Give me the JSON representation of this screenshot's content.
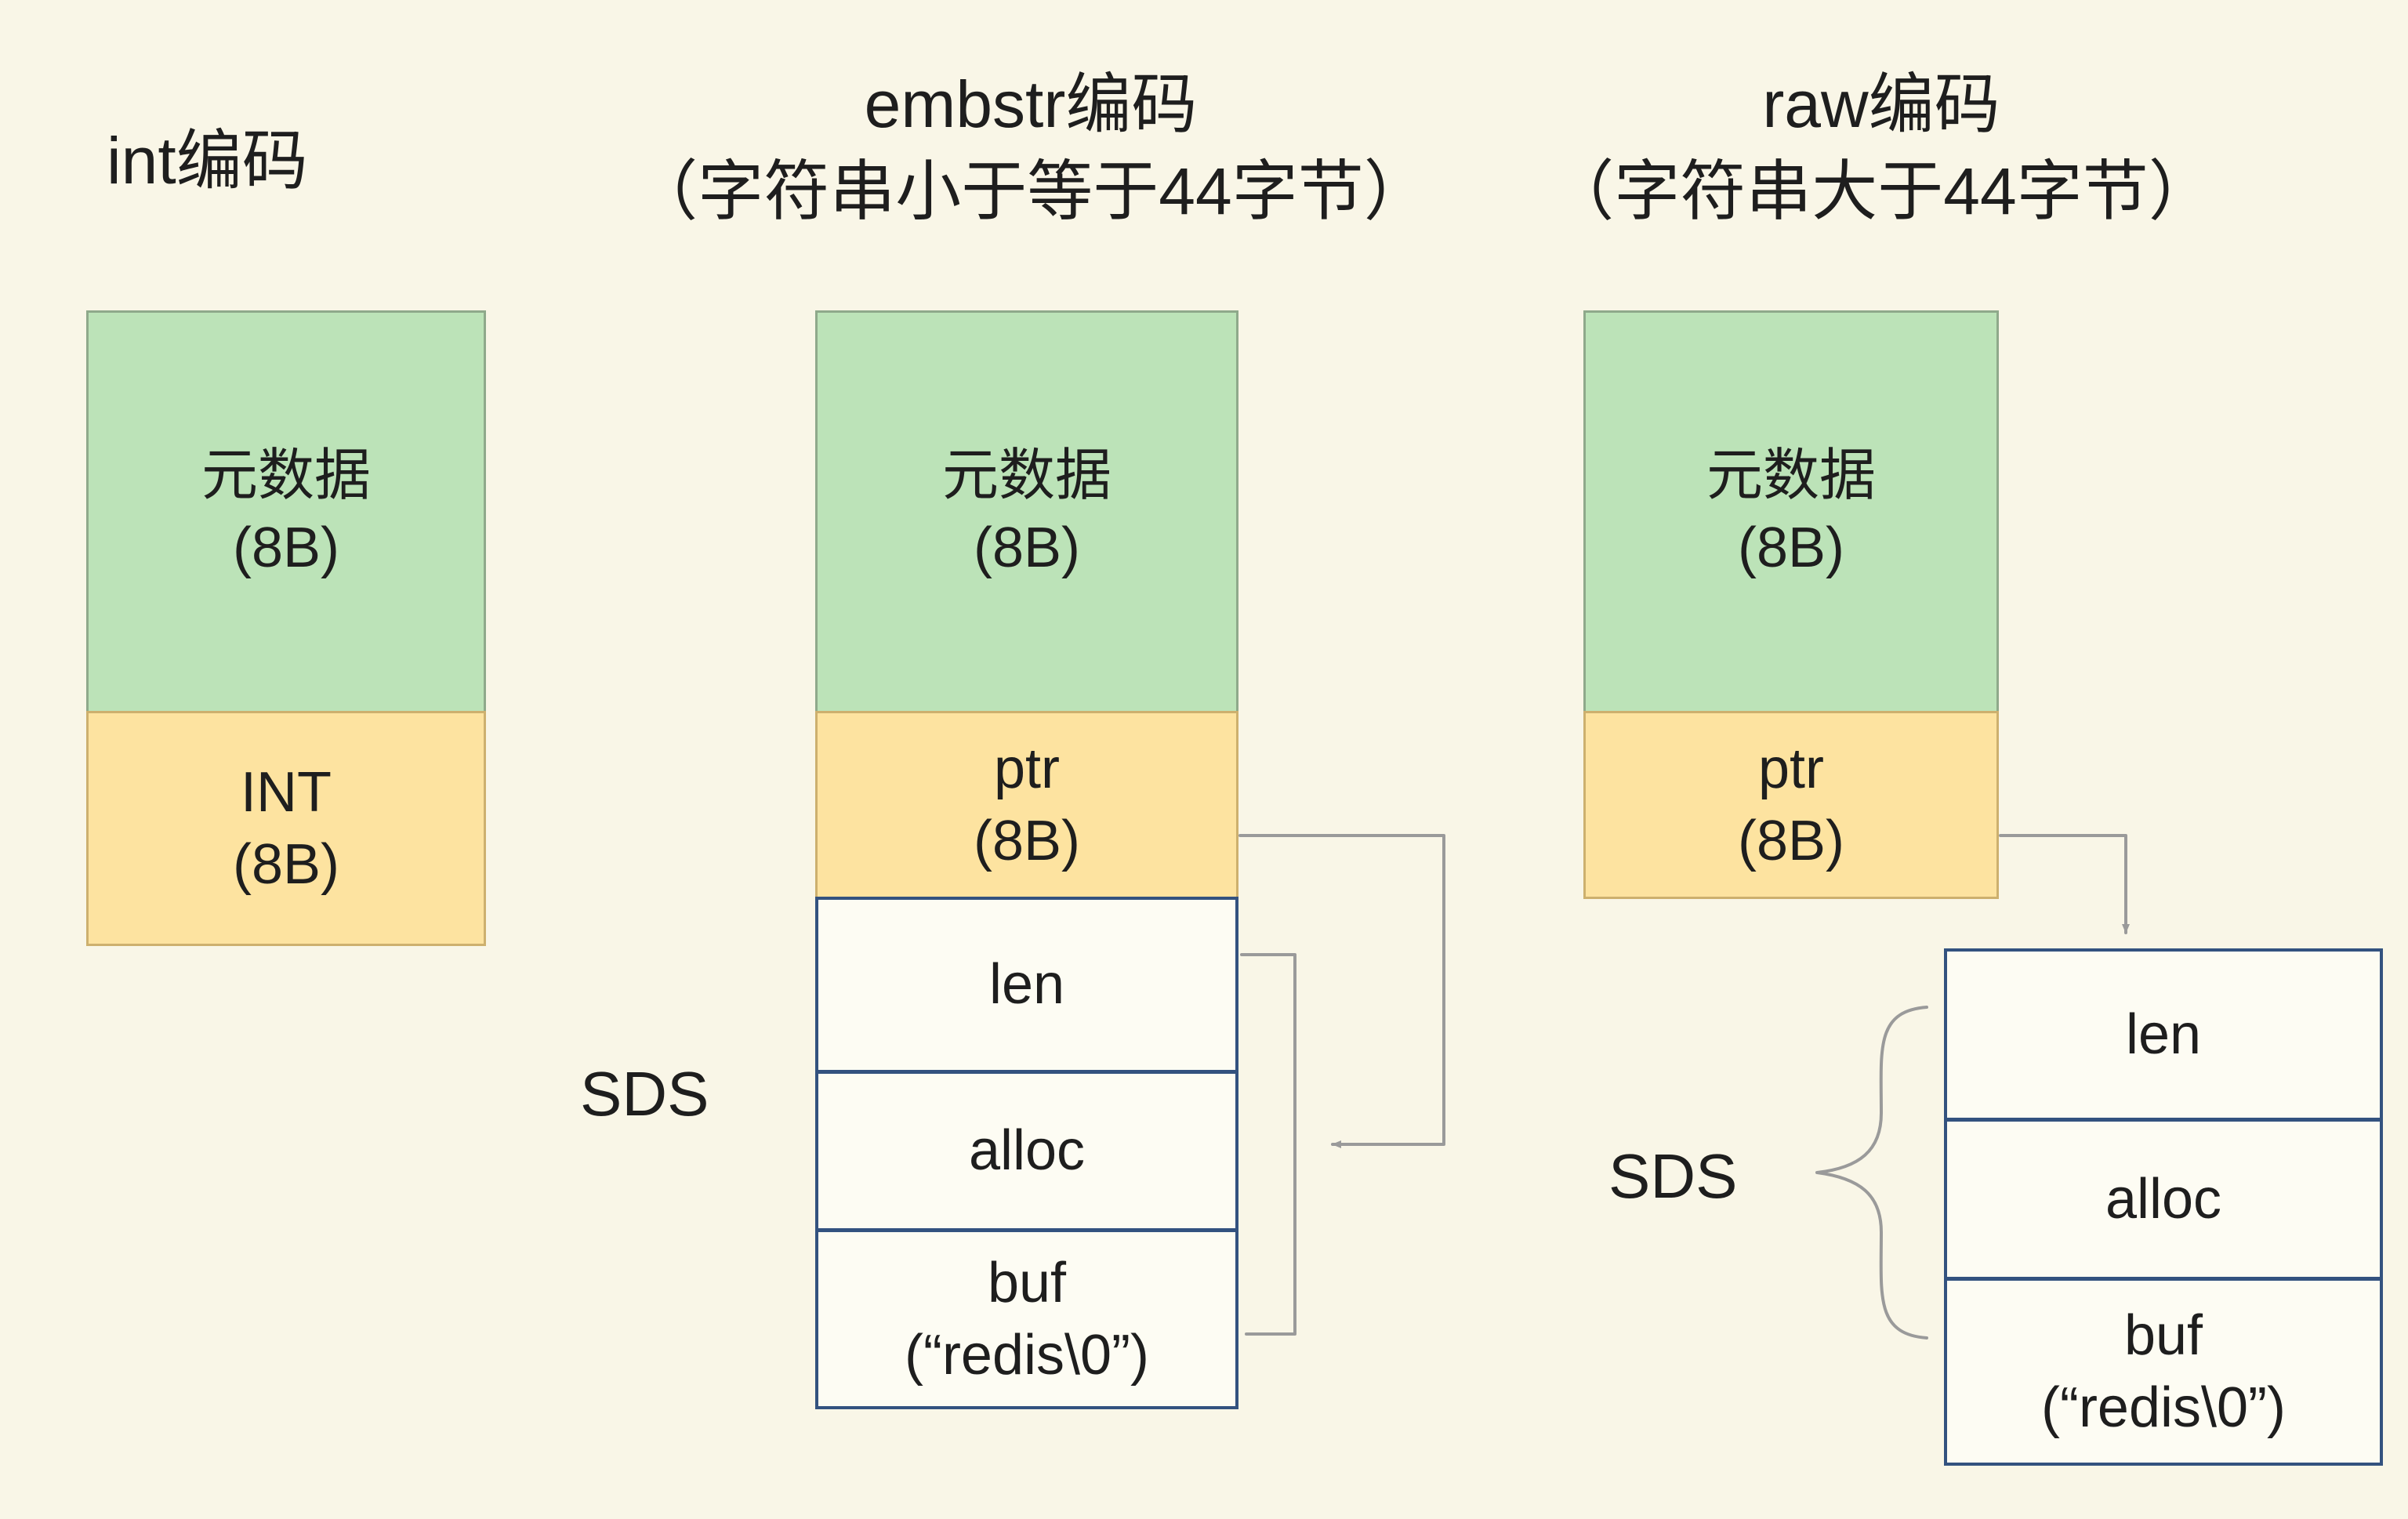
{
  "int_col": {
    "title": "int编码",
    "meta": [
      "元数据",
      "(8B)"
    ],
    "value": [
      "INT",
      "(8B)"
    ]
  },
  "embstr_col": {
    "title": [
      "embstr编码",
      "（字符串小于等于44字节）"
    ],
    "meta": [
      "元数据",
      "(8B)"
    ],
    "ptr": [
      "ptr",
      "(8B)"
    ],
    "sds_label": "SDS",
    "rows": {
      "len": "len",
      "alloc": "alloc",
      "buf": [
        "buf",
        "(“redis\\0”)"
      ]
    }
  },
  "raw_col": {
    "title": [
      "raw编码",
      "（字符串大于44字节）"
    ],
    "meta": [
      "元数据",
      "(8B)"
    ],
    "ptr": [
      "ptr",
      "(8B)"
    ],
    "sds_label": "SDS",
    "rows": {
      "len": "len",
      "alloc": "alloc",
      "buf": [
        "buf",
        "(“redis\\0”)"
      ]
    }
  },
  "colors": {
    "background": "#f9f6e7",
    "metadata_fill": "#bce3b8",
    "value_fill": "#fde3a0",
    "sds_fill": "#fdfcf3",
    "sds_border": "#33527f",
    "arrow": "#9a9a9a",
    "text": "#1e1e1e"
  }
}
